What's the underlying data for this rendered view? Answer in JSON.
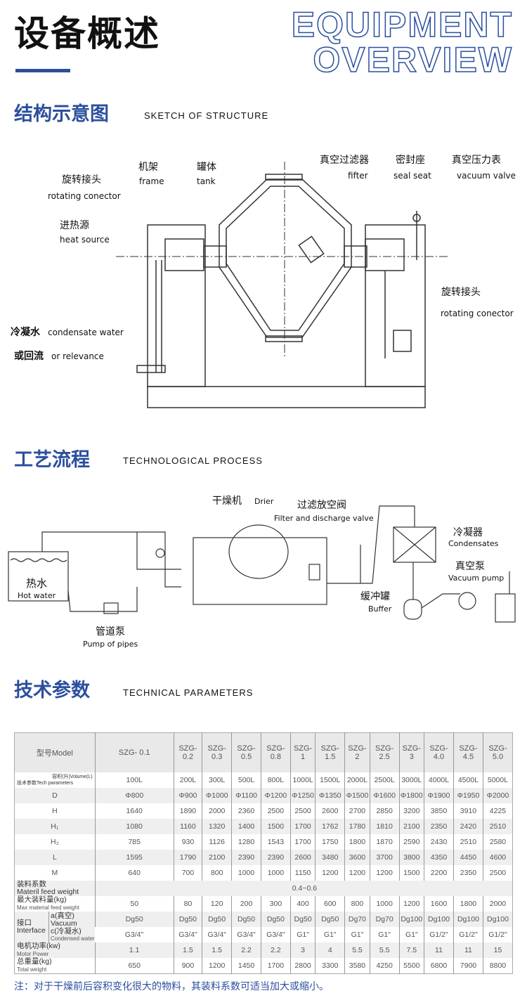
{
  "header": {
    "title_cn": "设备概述",
    "title_en_line1": "EQUIPMENT",
    "title_en_line2": "OVERVIEW"
  },
  "sections": {
    "sketch": {
      "title_cn": "结构示意图",
      "title_en": "SKETCH   OF   STRUCTURE",
      "labels": {
        "rot1_cn": "旋转接头",
        "rot1_en": "rotating conector",
        "frame_cn": "机架",
        "frame_en": "frame",
        "tank_cn": "罐体",
        "tank_en": "tank",
        "filter_cn": "真空过滤器",
        "filter_en": "fifter",
        "seal_cn": "密封座",
        "seal_en": "seal seat",
        "gauge_cn": "真空压力表",
        "gauge_en": "vacuum valve",
        "heat_cn": "进热源",
        "heat_en": "heat source",
        "rot2_cn": "旋转接头",
        "rot2_en": "rotating conector",
        "cond_cn": "冷凝水",
        "cond_en": "condensate water",
        "rel_cn": "或回流",
        "rel_en": "or relevance"
      }
    },
    "process": {
      "title_cn": "工艺流程",
      "title_en": "TECHNOLOGICAL  PROCESS",
      "labels": {
        "drier_cn": "干燥机",
        "drier_en": "Drier",
        "filter_cn": "过滤放空阀",
        "filter_en": "Filter and discharge valve",
        "cond_cn": "冷凝器",
        "cond_en": "Condensates",
        "vac_cn": "真空泵",
        "vac_en": "Vacuum pump",
        "buf_cn": "缓冲罐",
        "buf_en": "Buffer",
        "hot_cn": "热水",
        "hot_en": "Hot water",
        "pump_cn": "管道泵",
        "pump_en": "Pump of pipes"
      }
    },
    "params": {
      "title_cn": "技术参数",
      "title_en": "TECHNICAL   PARAMETERS"
    }
  },
  "table": {
    "model_label": "型号Model",
    "models": [
      "SZG- 0.1",
      "SZG- 0.2",
      "SZG- 0.3",
      "SZG- 0.5",
      "SZG- 0.8",
      "SZG- 1",
      "SZG- 1.5",
      "SZG- 2",
      "SZG- 2.5",
      "SZG- 3",
      "SZG- 4.0",
      "SZG- 4.5",
      "SZG- 5.0"
    ],
    "diag_top": "容积(升)Volume(L)",
    "diag_bottom": "技术参数Tech parameters",
    "volume": [
      "100L",
      "200L",
      "300L",
      "500L",
      "800L",
      "1000L",
      "1500L",
      "2000L",
      "2500L",
      "3000L",
      "4000L",
      "4500L",
      "5000L"
    ],
    "rows": [
      {
        "label": "D",
        "values": [
          "Φ800",
          "Φ900",
          "Φ1000",
          "Φ1100",
          "Φ1200",
          "Φ1250",
          "Φ1350",
          "Φ1500",
          "Φ1600",
          "Φ1800",
          "Φ1900",
          "Φ1950",
          "Φ2000"
        ]
      },
      {
        "label": "H",
        "values": [
          "1640",
          "1890",
          "2000",
          "2360",
          "2500",
          "2500",
          "2600",
          "2700",
          "2850",
          "3200",
          "3850",
          "3910",
          "4225"
        ]
      },
      {
        "label": "H₁",
        "values": [
          "1080",
          "1160",
          "1320",
          "1400",
          "1500",
          "1700",
          "1762",
          "1780",
          "1810",
          "2100",
          "2350",
          "2420",
          "2510"
        ]
      },
      {
        "label": "H₂",
        "values": [
          "785",
          "930",
          "1126",
          "1280",
          "1543",
          "1700",
          "1750",
          "1800",
          "1870",
          "2590",
          "2430",
          "2510",
          "2580"
        ]
      },
      {
        "label": "L",
        "values": [
          "1595",
          "1790",
          "2100",
          "2390",
          "2390",
          "2600",
          "3480",
          "3600",
          "3700",
          "3800",
          "4350",
          "4450",
          "4600"
        ]
      },
      {
        "label": "M",
        "values": [
          "640",
          "700",
          "800",
          "1000",
          "1000",
          "1150",
          "1200",
          "1200",
          "1200",
          "1500",
          "2200",
          "2350",
          "2500"
        ]
      }
    ],
    "feed": {
      "label_cn": "装料系数",
      "label_en": "Materil feed weight",
      "value": "0.4~0.6"
    },
    "max": {
      "label_cn": "最大装料量(kg)",
      "label_en": "Max material feed weight",
      "values": [
        "50",
        "80",
        "120",
        "200",
        "300",
        "400",
        "600",
        "800",
        "1000",
        "1200",
        "1600",
        "1800",
        "2000"
      ]
    },
    "interface": {
      "label_cn": "接口",
      "label_en": "Interface",
      "a_label": "a(真空)",
      "a_en": "Vacuum",
      "c_label": "c(冷凝水)",
      "c_en": "Condensed water",
      "a": [
        "Dg50",
        "Dg50",
        "Dg50",
        "Dg50",
        "Dg50",
        "Dg50",
        "Dg50",
        "Dg70",
        "Dg70",
        "Dg100",
        "Dg100",
        "Dg100",
        "Dg100"
      ],
      "c": [
        "G3/4\"",
        "G3/4\"",
        "G3/4\"",
        "G3/4\"",
        "G3/4\"",
        "G1\"",
        "G1\"",
        "G1\"",
        "G1\"",
        "G1\"",
        "G1/2\"",
        "G1/2\"",
        "G1/2\""
      ]
    },
    "motor": {
      "label_cn": "电机功率(kw)",
      "label_en": "Motor Power",
      "values": [
        "1.1",
        "1.5",
        "1.5",
        "2.2",
        "2.2",
        "3",
        "4",
        "5.5",
        "5.5",
        "7.5",
        "11",
        "11",
        "15"
      ]
    },
    "weight": {
      "label_cn": "总重量(kg)",
      "label_en": "Total weight",
      "values": [
        "650",
        "900",
        "1200",
        "1450",
        "1700",
        "2800",
        "3300",
        "3580",
        "4250",
        "5500",
        "6800",
        "7900",
        "8800"
      ]
    }
  },
  "note": "注：对于干燥前后容积变化很大的物料，其装料系数可适当加大或缩小。",
  "colors": {
    "accent": "#2b4f9e"
  }
}
